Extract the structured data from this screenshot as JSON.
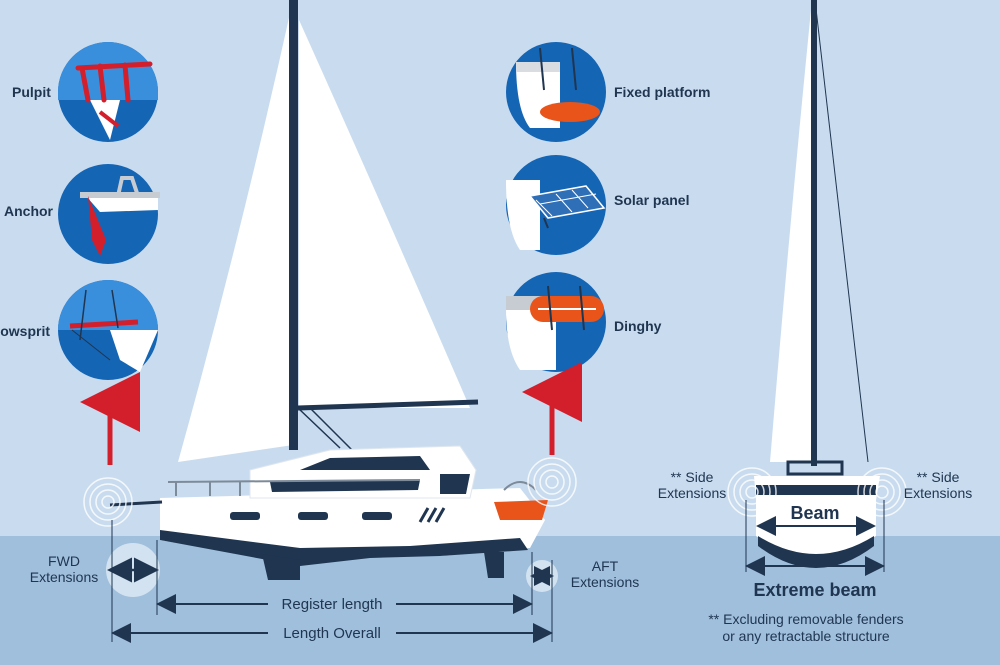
{
  "left_callouts": {
    "pulpit": "Pulpit",
    "anchor": "Anchor",
    "bowsprit": "Bowsprit"
  },
  "right_callouts": {
    "fixed_platform": "Fixed platform",
    "solar_panel": "Solar panel",
    "dinghy": "Dinghy"
  },
  "extensions": {
    "fwd_line1": "FWD",
    "fwd_line2": "Extensions",
    "aft_line1": "AFT",
    "aft_line2": "Extensions",
    "side_left_line1": "** Side",
    "side_left_line2": "Extensions",
    "side_right_line1": "** Side",
    "side_right_line2": "Extensions"
  },
  "dimensions": {
    "register_length": "Register length",
    "length_overall": "Length Overall",
    "beam": "Beam",
    "extreme_beam": "Extreme beam"
  },
  "footnote": {
    "line1": "** Excluding removable fenders",
    "line2": "or any retractable structure"
  },
  "colors": {
    "sky": "#c9dcef",
    "water": "#9fbfdc",
    "navy": "#1f3550",
    "circle_blue": "#1565b5",
    "red": "#d21f2b",
    "orange": "#e8541a"
  }
}
